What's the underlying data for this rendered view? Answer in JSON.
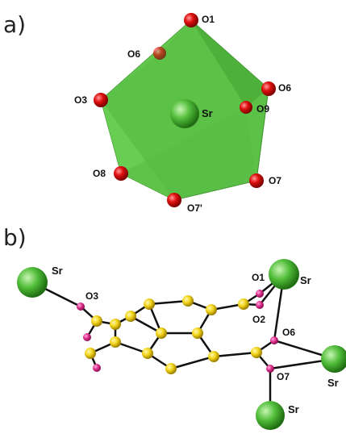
{
  "panel_a": {
    "label": "a)",
    "central_atom": "Sr",
    "atoms": [
      "O1",
      "O6",
      "O3",
      "O6",
      "O9",
      "O8",
      "O7",
      "O7'"
    ]
  },
  "panel_b": {
    "label": "b)",
    "sr_labels": [
      "Sr",
      "Sr",
      "Sr",
      "Sr"
    ],
    "o_labels": [
      "O3",
      "O1",
      "O2",
      "O6",
      "O7"
    ]
  },
  "colors": {
    "polyhedron": "#5cc247",
    "oxygen_red": "#e01010",
    "oxygen_pink": "#e0308f",
    "carbon_yellow": "#f2d51a",
    "strontium_green": "#52be3a",
    "bond": "#111111"
  }
}
